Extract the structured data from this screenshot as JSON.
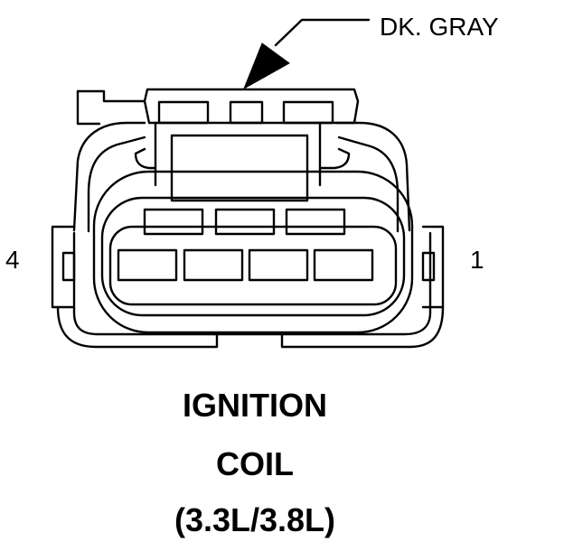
{
  "diagram": {
    "wire_color_label": "DK. GRAY",
    "pin_left_label": "4",
    "pin_right_label": "1",
    "caption": {
      "line1": "IGNITION",
      "line2": "COIL",
      "line3": "(3.3L/3.8L)"
    }
  },
  "colors": {
    "line": "#000000",
    "background": "#ffffff"
  }
}
